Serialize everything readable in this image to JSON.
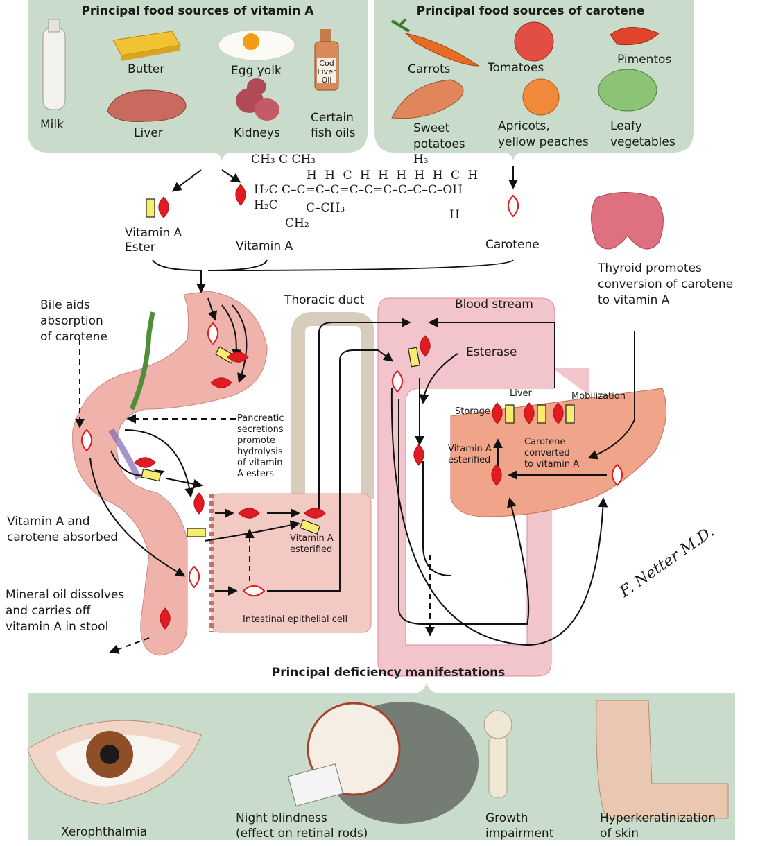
{
  "panels": {
    "vitamin_a_sources": {
      "title": "Principal food sources of vitamin A",
      "items": [
        "Milk",
        "Butter",
        "Liver",
        "Egg yolk",
        "Kidneys",
        "Certain",
        "fish oils"
      ],
      "bottle_label": [
        "Cod",
        "Liver",
        "Oil"
      ]
    },
    "carotene_sources": {
      "title": "Principal food sources of carotene",
      "items": [
        "Carrots",
        "Tomatoes",
        "Pimentos",
        "Sweet",
        "potatoes",
        "Apricots,",
        "yellow peaches",
        "Leafy",
        "vegetables"
      ]
    },
    "deficiency": {
      "title": "Principal deficiency manifestations",
      "items": [
        "Xerophthalmia",
        "Night blindness",
        "(effect on retinal rods)",
        "Growth",
        "impairment",
        "Hyperkeratinization",
        "of skin"
      ]
    }
  },
  "chemistry": {
    "line1": "CH₃ C CH₃",
    "line2": "H H C H H H H H C H",
    "line3": "H₂C     C–C=C–C=C–C=C–C–C–C–OH",
    "line4": "H₂C",
    "line5": "C–CH₃",
    "line6": "CH₂",
    "h3": "H₃",
    "h_bottom": "H"
  },
  "labels": {
    "vitamin_a_ester": [
      "Vitamin A",
      "Ester"
    ],
    "vitamin_a": "Vitamin A",
    "carotene": "Carotene",
    "thyroid": [
      "Thyroid promotes",
      "conversion of carotene",
      "to vitamin A"
    ],
    "bile": [
      "Bile aids",
      "absorption",
      "of carotene"
    ],
    "thoracic_duct": "Thoracic duct",
    "blood_stream": "Blood stream",
    "esterase": "Esterase",
    "pancreatic": [
      "Pancreatic",
      "secretions",
      "promote",
      "hydrolysis",
      "of vitamin",
      "A esters"
    ],
    "absorbed": [
      "Vitamin A and",
      "carotene absorbed"
    ],
    "mineral_oil": [
      "Mineral oil dissolves",
      "and carries off",
      "vitamin A in stool"
    ],
    "esterified_cell": [
      "Vitamin A",
      "esterified"
    ],
    "epithelial": "Intestinal epithelial cell",
    "liver": "Liver",
    "storage": "Storage",
    "mobilization": "Mobilization",
    "esterified_liver": [
      "Vitamin A",
      "esterified"
    ],
    "carotene_converted": [
      "Carotene",
      "converted",
      "to vitamin A"
    ],
    "signature": "F. Netter M.D."
  },
  "colors": {
    "panel_green": "#c9dccb",
    "vitamin_red": "#e11b22",
    "ester_yellow": "#f7ec6e",
    "gut_pink": "#efb3ab",
    "vessel_pink": "#f2c4cb",
    "liver_orange": "#f0a58a",
    "cell_pink": "#f3c9c4"
  }
}
